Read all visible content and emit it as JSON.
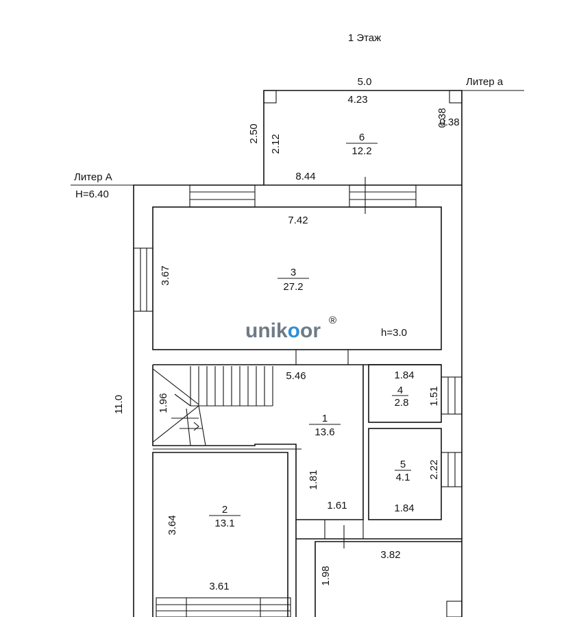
{
  "floor_title": "1 Этаж",
  "labels": {
    "liter_main": "Литер А",
    "liter_height": "H=6.40",
    "liter_annex": "Литер а"
  },
  "dimensions": {
    "annex_outer_width": "5.0",
    "annex_inner_width": "4.23",
    "annex_wall_top": "0.38",
    "annex_wall_side": "0.38",
    "annex_outer_height": "2.50",
    "annex_inner_height": "2.12",
    "annex_bottom_length": "8.44",
    "room3_width": "7.42",
    "room3_height": "3.67",
    "ceiling_height": "h=3.0",
    "total_height": "11.0",
    "room1_width": "5.46",
    "stair_height": "1.96",
    "room1_depth": "1.81",
    "room1_bottom": "1.61",
    "room4_width": "1.84",
    "room4_height": "1.51",
    "room5_height": "2.22",
    "room5_width": "1.84",
    "room2_height": "3.64",
    "room2_width": "3.61",
    "room7_height": "1.98",
    "room7_width": "3.82"
  },
  "rooms": [
    {
      "number": "6",
      "area": "12.2"
    },
    {
      "number": "3",
      "area": "27.2"
    },
    {
      "number": "1",
      "area": "13.6"
    },
    {
      "number": "4",
      "area": "2.8"
    },
    {
      "number": "5",
      "area": "4.1"
    },
    {
      "number": "2",
      "area": "13.1"
    }
  ],
  "watermark": {
    "text_main": "unik",
    "text_accent": "o",
    "text_end": "or",
    "mark": "®",
    "color_main": "#6f7a86",
    "color_accent": "#2f8fd6"
  }
}
